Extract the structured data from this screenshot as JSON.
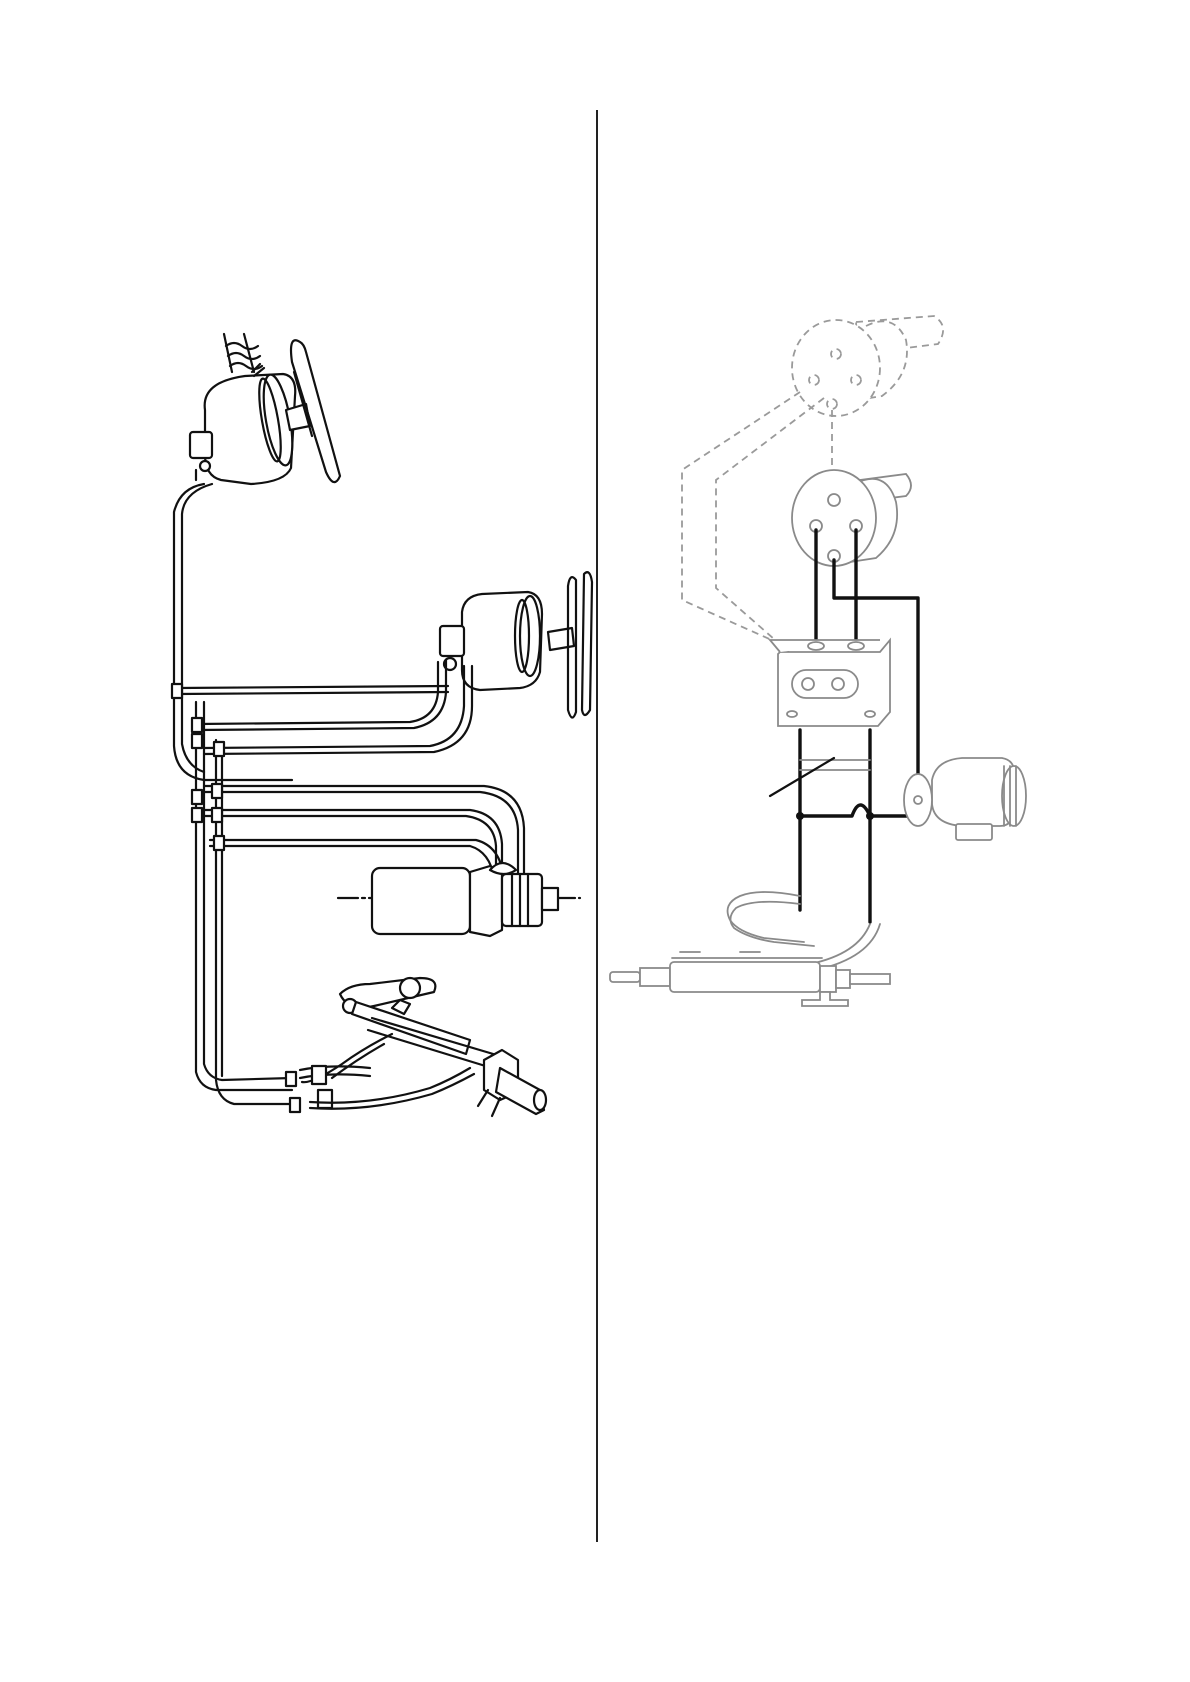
{
  "page": {
    "background": "#ffffff",
    "line_color": "#111111",
    "ghost_color": "#9a9a9a"
  },
  "left_figure": {
    "components": [
      "steering-wheel-pump",
      "steering-wheel-pump",
      "hydraulic-pump-motor",
      "steering-cylinder",
      "tiller-arm",
      "rudder-stock"
    ]
  },
  "right_figure": {
    "components": [
      "steering-pump-ghost",
      "steering-pump",
      "valve-block",
      "electric-motor",
      "steering-cylinder"
    ]
  }
}
